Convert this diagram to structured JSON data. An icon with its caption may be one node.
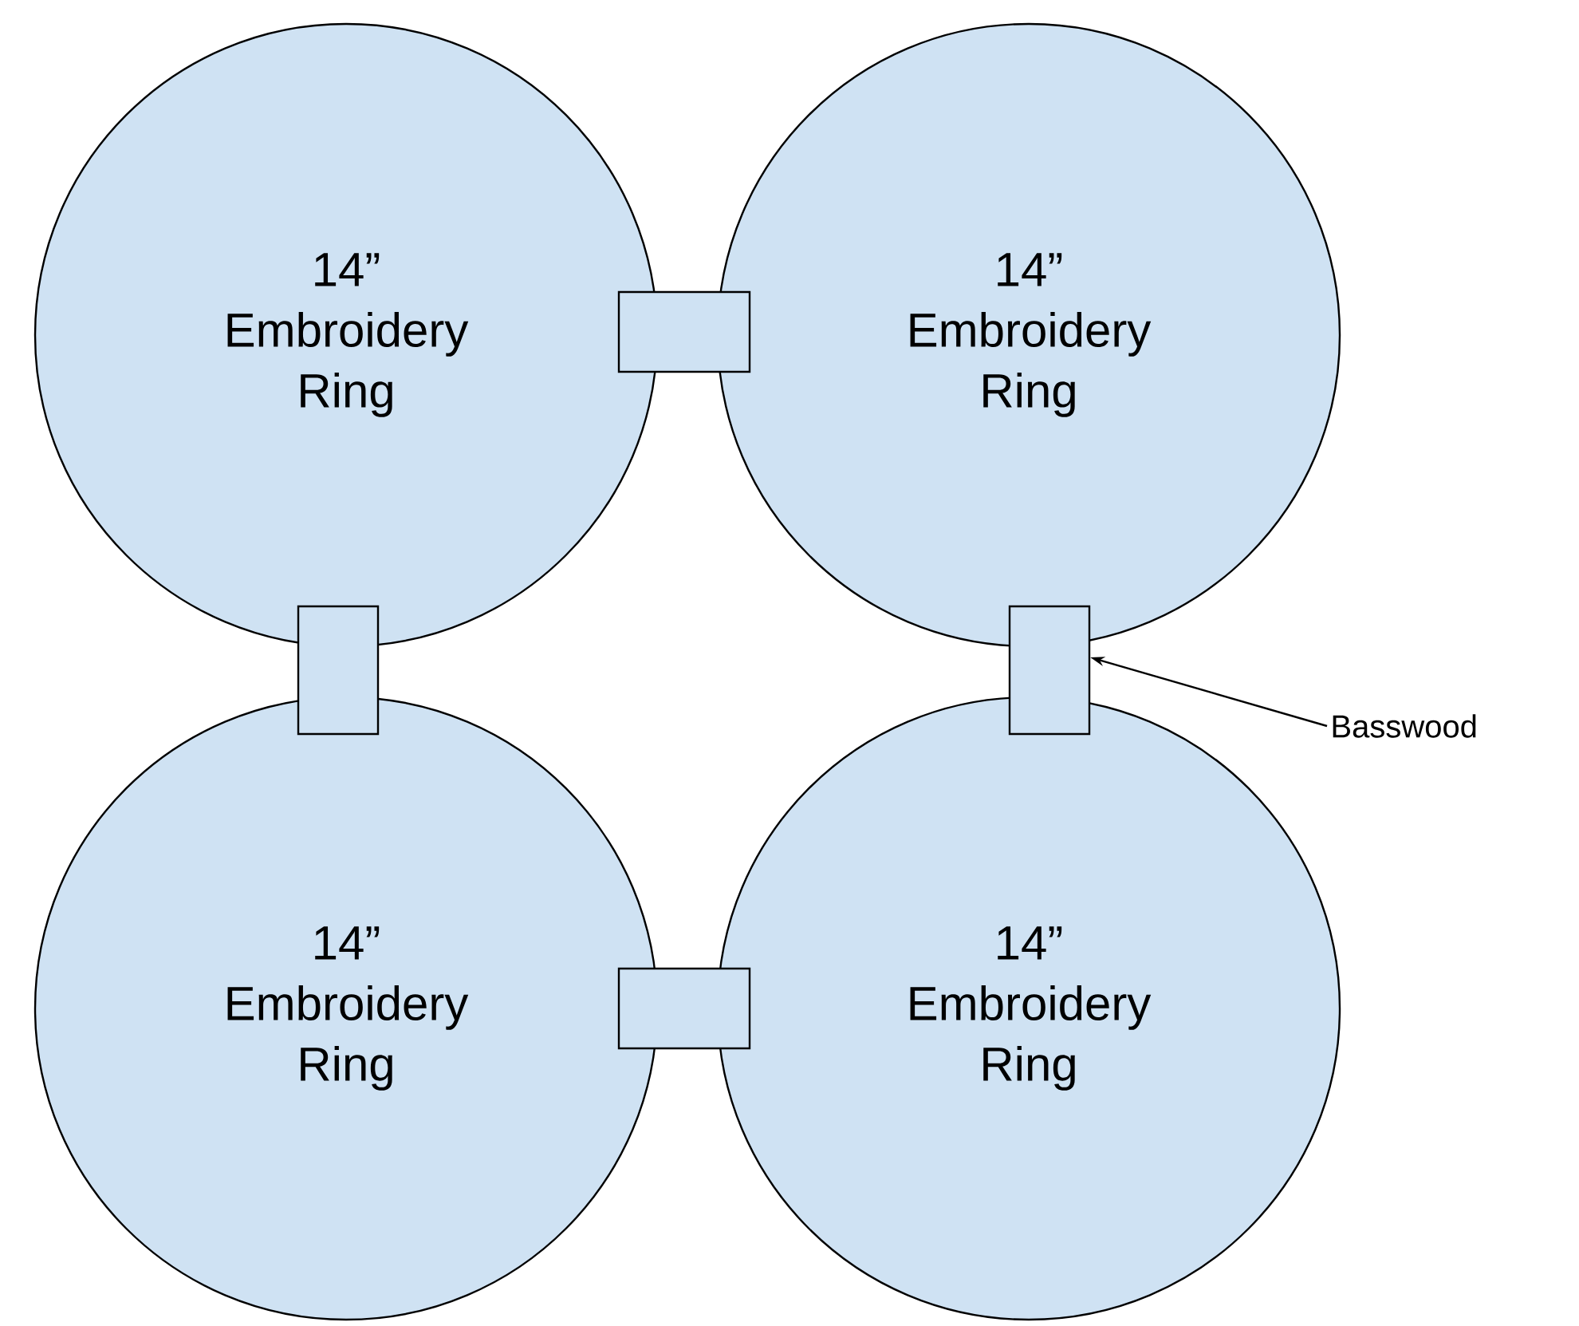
{
  "diagram": {
    "nodes": [
      {
        "text": [
          "14” Embroidery Ring"
        ]
      },
      {
        "text": [],
        "shape": "box"
      },
      {
        "text": [
          "14” Embroidery Ring"
        ]
      },
      {
        "text": [],
        "shape": "box"
      },
      {
        "text": [],
        "shape": "box"
      },
      {
        "text": [
          "Basswood"
        ]
      },
      {
        "text": [
          "14” Embroidery Ring"
        ]
      },
      {
        "text": [],
        "shape": "box"
      },
      {
        "text": [
          "14” Embroidery Ring"
        ]
      }
    ],
    "edges": [
      {
        "from": 5,
        "to": 4,
        "arrow": "to"
      }
    ]
  }
}
